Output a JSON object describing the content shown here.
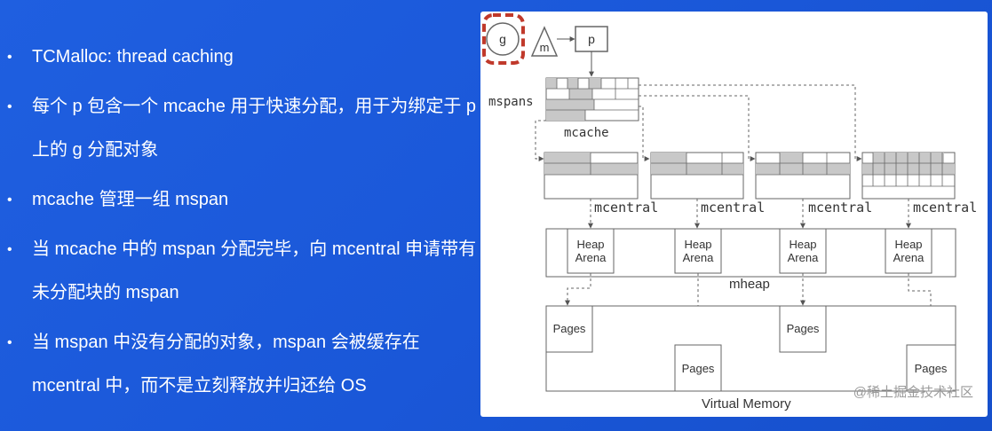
{
  "bullets": [
    "TCMalloc: thread caching",
    "每个 p 包含一个 mcache 用于快速分配，用于为绑定于 p 上的 g 分配对象",
    "mcache 管理一组 mspan",
    "当 mcache 中的 mspan 分配完毕，向 mcentral 申请带有未分配块的 mspan",
    "当 mspan 中没有分配的对象，mspan 会被缓存在 mcentral 中，而不是立刻释放并归还给 OS"
  ],
  "diagram": {
    "g_label": "g",
    "m_label": "m",
    "p_label": "p",
    "mspans_label": "mspans",
    "mcache_label": "mcache",
    "mcentral_label": "mcentral",
    "heap_arena_label_1": "Heap",
    "heap_arena_label_2": "Arena",
    "mheap_label": "mheap",
    "pages_label": "Pages",
    "virtual_memory_label": "Virtual Memory",
    "highlight_color": "#c0392b",
    "fill_gray": "#c8c8c8"
  },
  "watermark": "@稀土掘金技术社区",
  "colors": {
    "background": "#1a57d8",
    "text": "#ffffff"
  }
}
